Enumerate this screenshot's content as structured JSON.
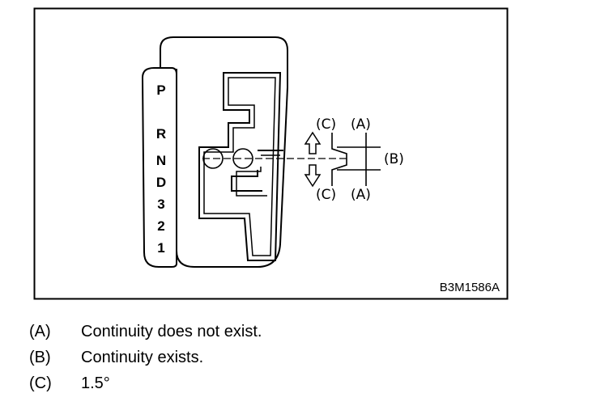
{
  "figure": {
    "gear_positions": [
      "P",
      "R",
      "N",
      "D",
      "3",
      "2",
      "1"
    ],
    "callouts": {
      "top": [
        "(C)",
        "(A)"
      ],
      "right": "(B)",
      "bottom": [
        "(C)",
        "(A)"
      ]
    },
    "figure_id": "B3M1586A"
  },
  "legend": [
    {
      "key": "(A)",
      "text": "Continuity does not exist."
    },
    {
      "key": "(B)",
      "text": "Continuity exists."
    },
    {
      "key": "(C)",
      "text": "1.5°"
    }
  ]
}
